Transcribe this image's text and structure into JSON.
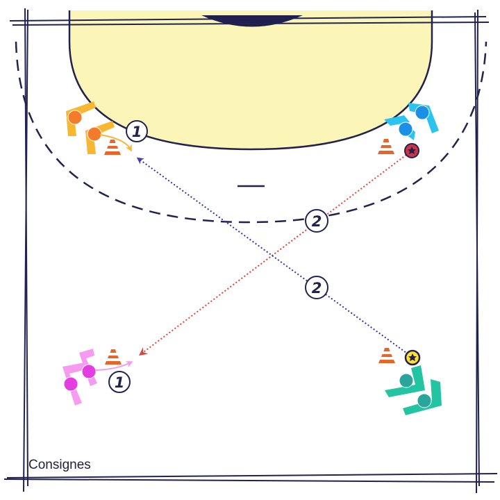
{
  "caption": "Consignes",
  "steps": {
    "s1_top": "1",
    "s1_bottom": "1",
    "s2_red": "2",
    "s2_blue": "2"
  },
  "colors": {
    "line": "#222250",
    "goal_area": "#fbf6b8",
    "goal": "#1f1f4e",
    "cone": "#e8652a",
    "orange_player": "#f47b2a",
    "orange_marker": "#f8b730",
    "blue_player": "#1a8fe6",
    "blue_marker": "#2bc3f0",
    "pink_player": "#e43ee0",
    "pink_marker": "#f69bf0",
    "teal_player": "#2aa59b",
    "teal_marker": "#22c4a2",
    "pass_red": "#d9443c",
    "pass_blue": "#333399",
    "ball_red": "#cc3344",
    "ball_yellow": "#ffe033"
  },
  "icons": [
    "cone-icon",
    "ball-icon",
    "player-icon",
    "arrow-icon"
  ]
}
